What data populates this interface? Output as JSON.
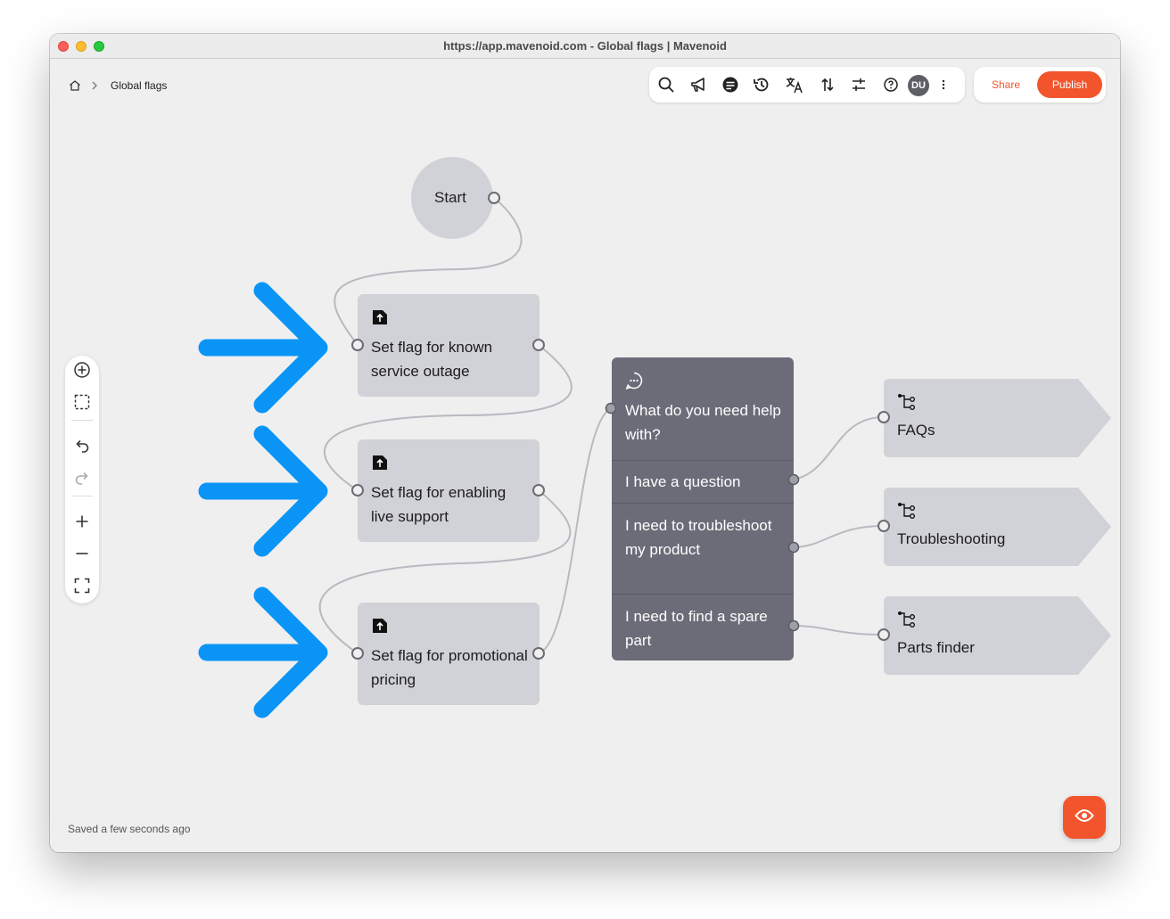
{
  "window": {
    "title": "https://app.mavenoid.com - Global flags | Mavenoid"
  },
  "breadcrumb": {
    "home_icon": "home-icon",
    "separator_icon": "chevron-right-icon",
    "current": "Global flags"
  },
  "toolbar": {
    "icons": [
      "search-icon",
      "megaphone-icon",
      "chat-list-icon",
      "history-icon",
      "translate-icon",
      "sort-arrows-icon",
      "sliders-icon",
      "help-icon",
      "more-vertical-icon"
    ],
    "avatar_initials": "DU"
  },
  "actions": {
    "share_label": "Share",
    "publish_label": "Publish"
  },
  "colors": {
    "accent": "#f2552c",
    "annotation_arrow": "#0a95f6",
    "node_light": "#d1d2d8",
    "node_dark": "#6b6c78",
    "canvas": "#efeff0"
  },
  "canvas": {
    "start_node": {
      "label": "Start"
    },
    "flag_nodes": [
      {
        "icon": "upload-flag-icon",
        "label": "Set flag for known service outage"
      },
      {
        "icon": "upload-flag-icon",
        "label": "Set flag for enabling live support"
      },
      {
        "icon": "upload-flag-icon",
        "label": "Set flag for promotional pricing"
      }
    ],
    "question_node": {
      "icon": "chat-bubble-icon",
      "title": "What do you need help with?",
      "options": [
        {
          "label": "I have a question"
        },
        {
          "label": "I need to troubleshoot my product"
        },
        {
          "label": "I need to find a spare part"
        }
      ]
    },
    "destination_nodes": [
      {
        "icon": "flow-branch-icon",
        "label": "FAQs"
      },
      {
        "icon": "flow-branch-icon",
        "label": "Troubleshooting"
      },
      {
        "icon": "flow-branch-icon",
        "label": "Parts finder"
      }
    ]
  },
  "zoom_panel": {
    "icons": [
      "add-circle-icon",
      "select-area-icon",
      "undo-icon",
      "redo-icon",
      "zoom-in-icon",
      "zoom-out-icon",
      "fit-screen-icon"
    ]
  },
  "status": {
    "saved_text": "Saved a few seconds ago"
  },
  "preview_button": {
    "icon": "eye-icon"
  }
}
